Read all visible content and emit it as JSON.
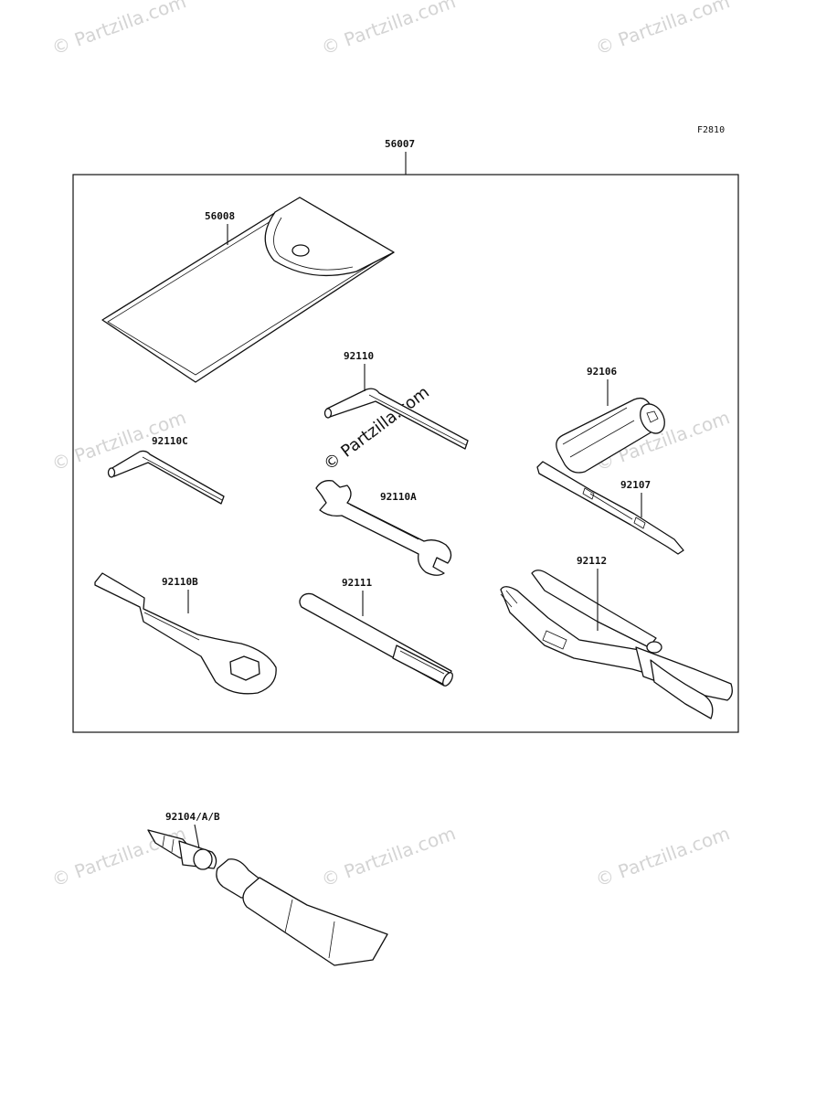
{
  "figure_code": "F2810",
  "assembly_label": "56007",
  "watermark_text": "© Partzilla.com",
  "parts": {
    "pouch": "56008",
    "hex_wrench": "92110",
    "hex_wrench_c": "92110C",
    "open_wrench": "92110A",
    "ring_wrench": "92110B",
    "handle_bar": "92111",
    "plug_wrench": "92106",
    "screwdriver": "92107",
    "pliers": "92112",
    "grease_tube": "92104/A/B"
  }
}
